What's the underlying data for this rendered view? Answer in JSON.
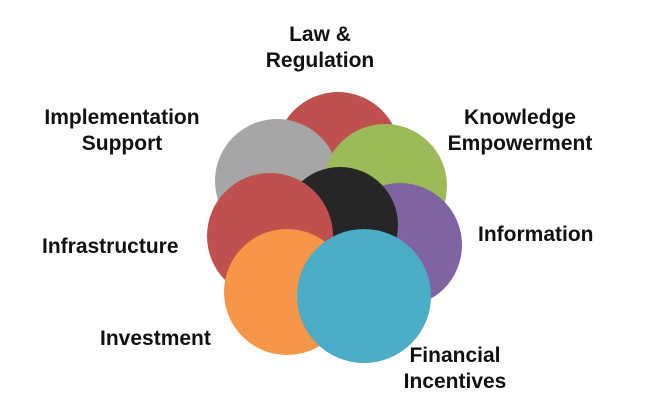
{
  "diagram": {
    "nodes": [
      {
        "label": "Law &\nRegulation",
        "color": "#c0504d"
      },
      {
        "label": "Implementation\nSupport",
        "color": "#a6a6a6"
      },
      {
        "label": "Knowledge\nEmpowerment",
        "color": "#9bbb59"
      },
      {
        "label": "Information",
        "color": "#8064a2"
      },
      {
        "label": "Infrastructure",
        "color": "#c0504d"
      },
      {
        "label": "Investment",
        "color": "#f79646"
      },
      {
        "label": "Financial\nIncentives",
        "color": "#4bacc6"
      }
    ],
    "center_color": "#262626"
  }
}
